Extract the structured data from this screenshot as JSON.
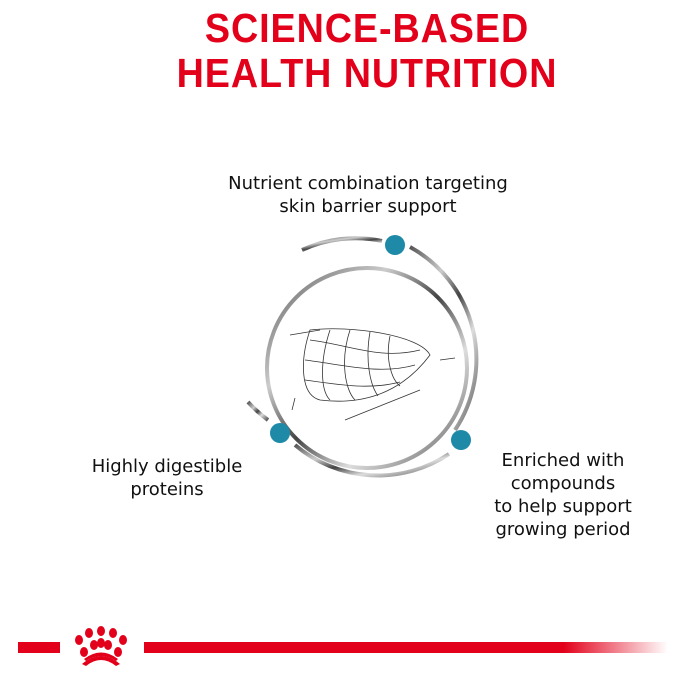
{
  "title": {
    "line1": "SCIENCE-BASED",
    "line2": "HEALTH NUTRITION"
  },
  "benefits": [
    {
      "text": "Nutrient combination targeting skin barrier support",
      "line1": "Nutrient combination targeting",
      "line2": "skin barrier support"
    },
    {
      "line1": "Highly digestible",
      "line2": "proteins"
    },
    {
      "line1": "Enriched with",
      "line2": "compounds",
      "line3": "to help support",
      "line4": "growing period"
    }
  ],
  "colors": {
    "brand_red": "#e2001a",
    "dot_teal": "#1e8aa8"
  },
  "logo": {
    "name": "Royal Canin crown"
  }
}
